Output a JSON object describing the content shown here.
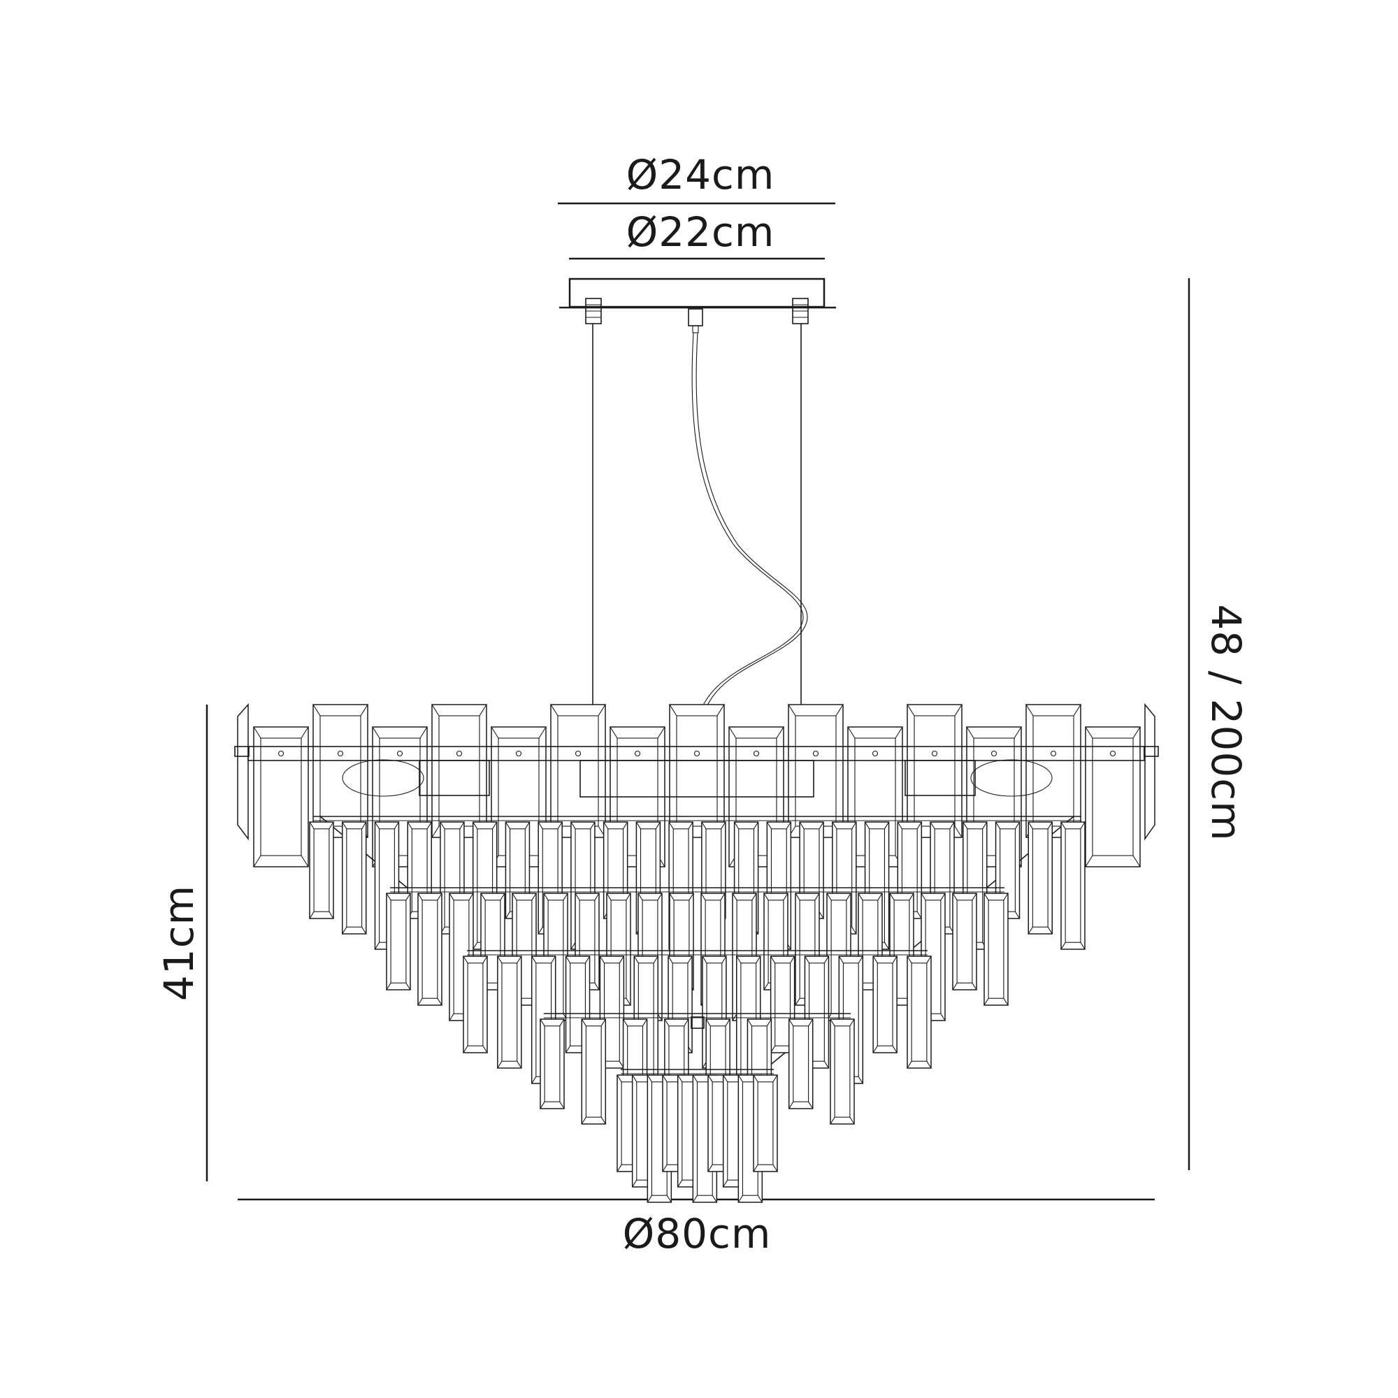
{
  "dimensions": {
    "canopy_outer": "Ø24cm",
    "canopy_inner": "Ø22cm",
    "overall_drop": "48 / 200cm",
    "body_height": "41cm",
    "body_diameter": "Ø80cm"
  },
  "crystal_tiers": [
    {
      "tier": 1,
      "count": 15
    },
    {
      "tier": 2,
      "count": 24
    },
    {
      "tier": 3,
      "count": 20
    },
    {
      "tier": 4,
      "count": 14
    },
    {
      "tier": 5,
      "count": 8
    }
  ]
}
